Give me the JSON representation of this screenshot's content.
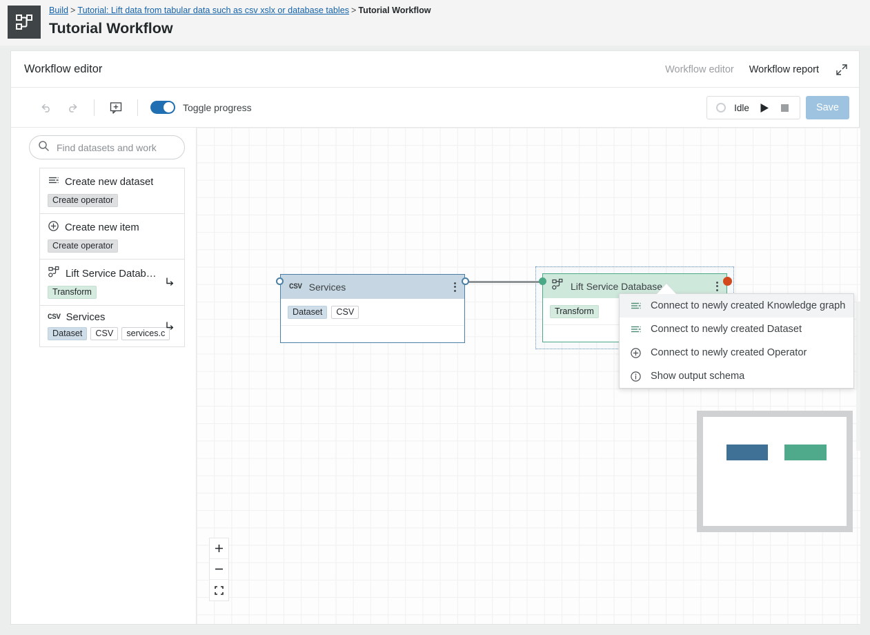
{
  "app": {
    "logo_icon": "workflow-graph-icon"
  },
  "breadcrumb": {
    "root": "Build",
    "sep1": ">",
    "project": "Tutorial: Lift data from tabular data such as csv xslx or database tables",
    "sep2": ">",
    "current": "Tutorial Workflow"
  },
  "page_title": "Tutorial Workflow",
  "card": {
    "header_title": "Workflow editor",
    "tabs": [
      {
        "label": "Workflow editor",
        "active": false
      },
      {
        "label": "Workflow report",
        "active": true
      }
    ],
    "expand_icon": "expand-diagonal-icon"
  },
  "toolbar": {
    "undo_icon": "undo-icon",
    "redo_icon": "redo-icon",
    "add_note_icon": "add-sticky-note-icon",
    "toggle_label": "Toggle progress",
    "toggle_on": true,
    "status_label": "Idle",
    "play_icon": "play-icon",
    "stop_icon": "stop-icon",
    "save_label": "Save"
  },
  "sidebar": {
    "search": {
      "placeholder": "Find datasets and work",
      "icon": "search-icon",
      "value": ""
    },
    "items": [
      {
        "title": "Create new dataset",
        "icon": "dataset-lines-icon",
        "tags": [
          {
            "label": "Create operator",
            "style": "grey"
          }
        ],
        "arrow": false
      },
      {
        "title": "Create new item",
        "icon": "plus-circle-icon",
        "tags": [
          {
            "label": "Create operator",
            "style": "grey"
          }
        ],
        "arrow": false
      },
      {
        "title": "Lift Service Datab…",
        "icon": "transform-graph-icon",
        "tags": [
          {
            "label": "Transform",
            "style": "green"
          }
        ],
        "arrow": true,
        "arrow_icon": "arrow-down-right-icon"
      },
      {
        "title": "Services",
        "icon": "csv-icon",
        "tags": [
          {
            "label": "Dataset",
            "style": "blue"
          },
          {
            "label": "CSV",
            "style": "plain"
          },
          {
            "label": "services.c",
            "style": "plain"
          }
        ],
        "arrow": true,
        "arrow_icon": "arrow-down-right-icon"
      }
    ]
  },
  "canvas": {
    "nodes": [
      {
        "id": "services",
        "title": "Services",
        "icon": "csv-icon",
        "header_color": "#c6d7e3",
        "border_color": "#4a7fa5",
        "tags": [
          {
            "label": "Dataset",
            "style": "blue"
          },
          {
            "label": "CSV",
            "style": "plain"
          }
        ],
        "kebab_icon": "kebab-menu-icon"
      },
      {
        "id": "lift-service-database",
        "title": "Lift Service Database",
        "icon": "transform-graph-icon",
        "header_color": "#cfe8dc",
        "border_color": "#4aa887",
        "tags": [
          {
            "label": "Transform",
            "style": "green"
          }
        ],
        "kebab_icon": "kebab-menu-icon",
        "selected": true
      }
    ],
    "ports": {
      "input_color": "#4a7fa5",
      "connected_color": "#4aa887",
      "output_active_color": "#d1491c"
    },
    "edge_color": "#8d9295",
    "minimap": {
      "nodes": [
        {
          "color": "#3f7096"
        },
        {
          "color": "#4faa8b"
        }
      ]
    },
    "zoom_controls": [
      {
        "icon": "zoom-in-icon",
        "label": "+"
      },
      {
        "icon": "zoom-out-icon",
        "label": "−"
      },
      {
        "icon": "fit-to-screen-icon",
        "label": ""
      }
    ]
  },
  "context_menu": {
    "items": [
      {
        "label": "Connect to newly created Knowledge graph",
        "icon": "knowledge-graph-icon",
        "highlighted": true
      },
      {
        "label": "Connect to newly created Dataset",
        "icon": "dataset-lines-icon",
        "highlighted": false
      },
      {
        "label": "Connect to newly created Operator",
        "icon": "plus-circle-icon",
        "highlighted": false
      },
      {
        "label": "Show output schema",
        "icon": "info-circle-icon",
        "highlighted": false
      }
    ]
  }
}
